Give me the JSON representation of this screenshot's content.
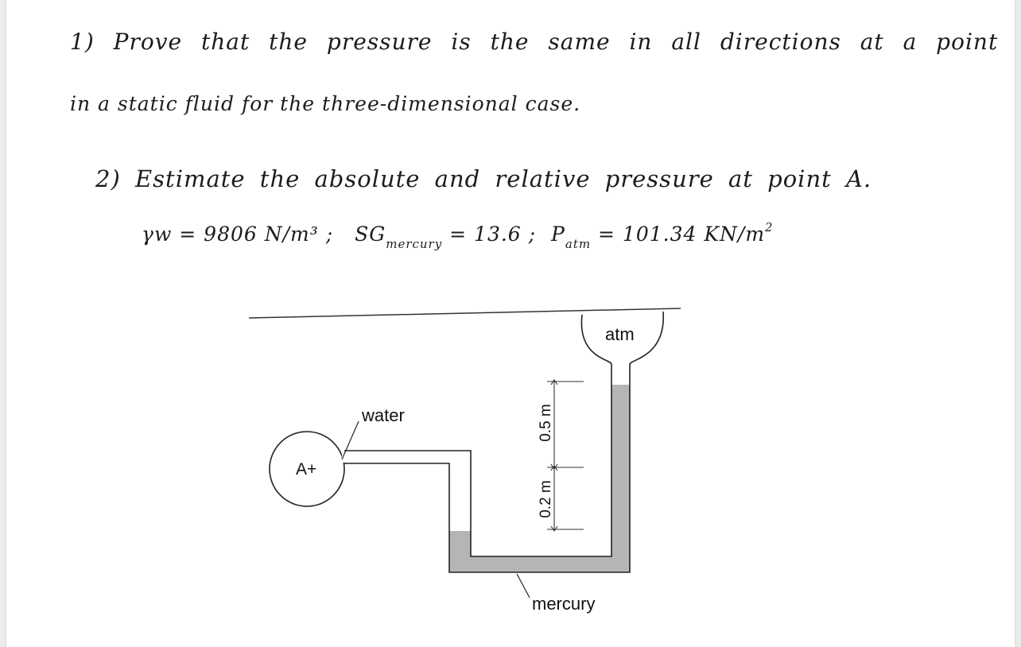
{
  "question1": {
    "line1": "1) Prove that the pressure is the same in all directions at a point",
    "line2": "in a static fluid for the three-dimensional case."
  },
  "question2": {
    "line1": "2) Estimate the absolute and relative pressure at point A.",
    "gamma_w": "γw = 9806 N/m³ ;",
    "sg_label": "SG",
    "sg_sub": "mercury",
    "sg_value": "= 13.6 ;",
    "patm_label": "P",
    "patm_sub": "atm",
    "patm_value": "= 101.34 KN/m",
    "patm_exp": "2"
  },
  "diagram": {
    "atm_label": "atm",
    "water_label": "water",
    "point_label": "A+",
    "mercury_label": "mercury",
    "dim_upper": "0.5 m",
    "dim_lower": "0.2 m",
    "mercury_color": "#b5b5b5"
  }
}
